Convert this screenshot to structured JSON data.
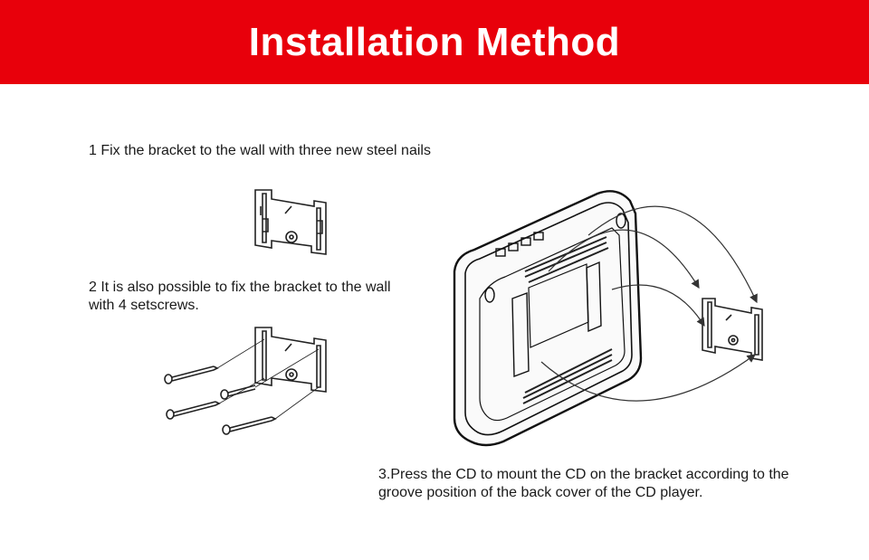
{
  "header": {
    "title": "Installation Method",
    "background_color": "#e8000b",
    "text_color": "#ffffff"
  },
  "steps": [
    {
      "text": "1 Fix the bracket to the wall with three new steel nails"
    },
    {
      "text": "2 It is also possible to fix the bracket to the wall with 4 setscrews."
    },
    {
      "text": "3.Press the CD to mount the CD on the bracket according to the groove position of the back cover of the CD player."
    }
  ],
  "illustrations": [
    {
      "name": "wall-bracket"
    },
    {
      "name": "bracket-with-setscrews"
    },
    {
      "name": "cd-player-back-cover"
    },
    {
      "name": "mounted-bracket-target"
    }
  ]
}
